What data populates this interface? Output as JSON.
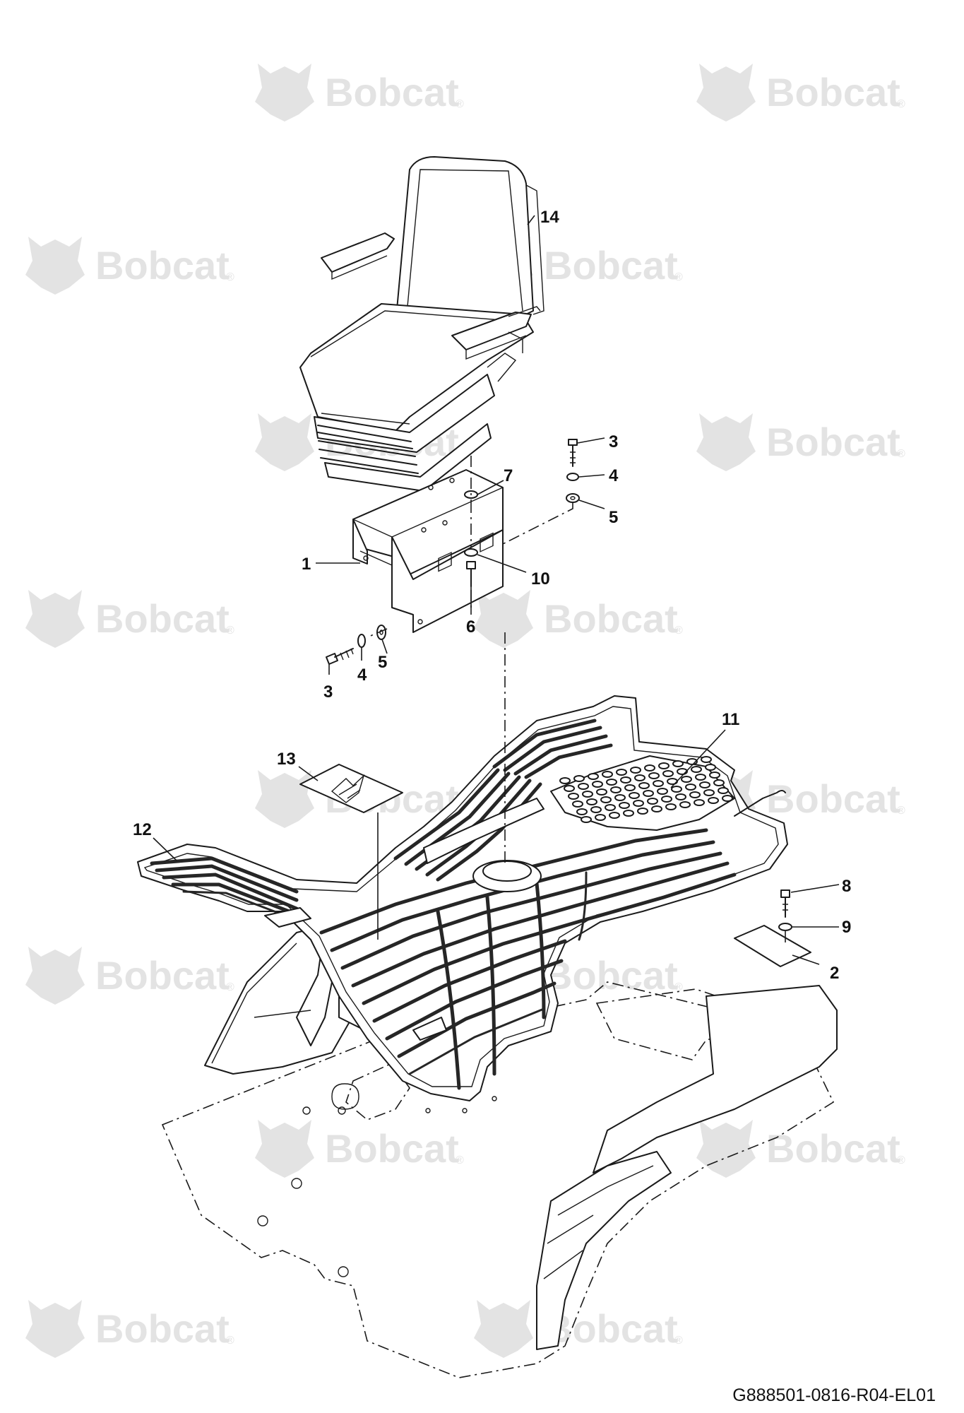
{
  "watermark": {
    "text": "Bobcat",
    "registered_mark": "®",
    "color": "#e3e3e3"
  },
  "callouts": [
    {
      "id": "c14",
      "label": "14"
    },
    {
      "id": "c3a",
      "label": "3"
    },
    {
      "id": "c4a",
      "label": "4"
    },
    {
      "id": "c5a",
      "label": "5"
    },
    {
      "id": "c7",
      "label": "7"
    },
    {
      "id": "c1",
      "label": "1"
    },
    {
      "id": "c10",
      "label": "10"
    },
    {
      "id": "c6",
      "label": "6"
    },
    {
      "id": "c5b",
      "label": "5"
    },
    {
      "id": "c4b",
      "label": "4"
    },
    {
      "id": "c3b",
      "label": "3"
    },
    {
      "id": "c11",
      "label": "11"
    },
    {
      "id": "c13",
      "label": "13"
    },
    {
      "id": "c12",
      "label": "12"
    },
    {
      "id": "c8",
      "label": "8"
    },
    {
      "id": "c9",
      "label": "9"
    },
    {
      "id": "c2",
      "label": "2"
    }
  ],
  "drawing_code": "G888501-0816-R04-EL01"
}
